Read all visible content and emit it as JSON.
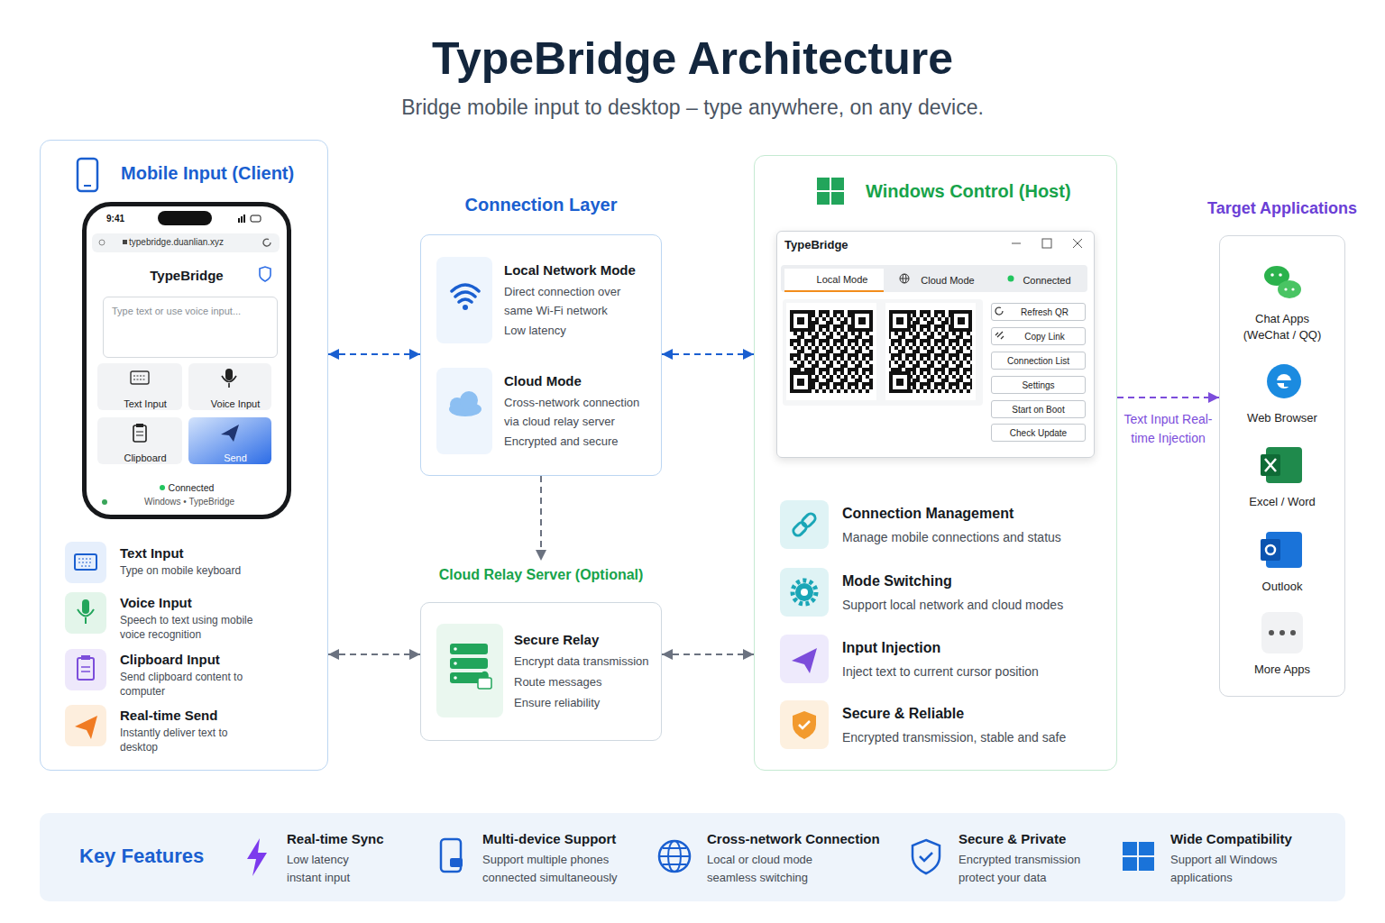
{
  "diagram": {
    "title": "TypeBridge Architecture",
    "nodes": [
      {
        "text": [
          "Mobile Input (Client)"
        ]
      },
      {
        "text": [
          "TypeBridge"
        ],
        "in": 0
      },
      {
        "text": [
          "Type text or use voice input..."
        ],
        "in": 1
      },
      {
        "text": [
          "Text Input"
        ],
        "in": 1
      },
      {
        "text": [
          "Voice Input"
        ],
        "in": 1
      },
      {
        "text": [
          "Clipboard"
        ],
        "in": 1
      },
      {
        "text": [
          "Send"
        ],
        "in": 1
      },
      {
        "text": [
          "Text Input",
          "Type on mobile keyboard"
        ],
        "in": 0
      },
      {
        "text": [
          "Voice Input",
          "Speech to text using mobile voice recognition"
        ],
        "in": 0
      },
      {
        "text": [
          "Clipboard Input",
          "Send clipboard content to computer"
        ],
        "in": 0
      },
      {
        "text": [
          "Real-time Send",
          "Instantly deliver text to desktop"
        ],
        "in": 0
      },
      {
        "text": [
          "Connection Layer"
        ]
      },
      {
        "text": [
          "Local Network Mode",
          "Direct connection over same Wi-Fi network",
          "Low latency"
        ],
        "in": 11
      },
      {
        "text": [
          "Cloud Mode",
          "Cross-network connection via cloud relay server",
          "Encrypted and secure"
        ],
        "in": 11
      },
      {
        "text": [
          "Cloud Relay Server (Optional)",
          "Secure Relay",
          "Encrypt data transmission",
          "Route messages",
          "Ensure reliability"
        ]
      },
      {
        "text": [
          "Windows Control (Host)"
        ]
      },
      {
        "text": [
          "TypeBridge"
        ],
        "in": 15
      },
      {
        "text": [
          "Local Mode"
        ],
        "in": 16
      },
      {
        "text": [
          "Cloud Mode"
        ],
        "in": 16
      },
      {
        "text": [
          "Connected"
        ],
        "in": 16
      },
      {
        "text": [
          "Refresh QR"
        ],
        "in": 16
      },
      {
        "text": [
          "Copy Link"
        ],
        "in": 16
      },
      {
        "text": [
          "Connection List"
        ],
        "in": 16
      },
      {
        "text": [
          "Settings"
        ],
        "in": 16
      },
      {
        "text": [
          "Start on Boot"
        ],
        "in": 16
      },
      {
        "text": [
          "Check Update"
        ],
        "in": 16
      },
      {
        "text": [
          "Connection Management",
          "Manage mobile connections and status"
        ],
        "in": 15
      },
      {
        "text": [
          "Mode Switching",
          "Support local network and cloud modes"
        ],
        "in": 15
      },
      {
        "text": [
          "Input Injection",
          "Inject text to current cursor position"
        ],
        "in": 15
      },
      {
        "text": [
          "Secure & Reliable",
          "Encrypted transmission, stable and safe"
        ],
        "in": 15
      },
      {
        "text": [
          "Target Applications"
        ]
      },
      {
        "text": [
          "Chat Apps (WeChat / QQ)"
        ],
        "in": 30
      },
      {
        "text": [
          "Web Browser"
        ],
        "in": 30
      },
      {
        "text": [
          "Excel / Word"
        ],
        "in": 30
      },
      {
        "text": [
          "Outlook"
        ],
        "in": 30
      },
      {
        "text": [
          "More Apps"
        ],
        "in": 30
      },
      {
        "text": [
          "Key Features"
        ]
      },
      {
        "text": [
          "Real-time Sync",
          "Low latency instant input"
        ],
        "in": 36
      },
      {
        "text": [
          "Multi-device Support",
          "Support multiple phones connected simultaneously"
        ],
        "in": 36
      },
      {
        "text": [
          "Cross-network Connection",
          "Local or cloud mode seamless switching"
        ],
        "in": 36
      },
      {
        "text": [
          "Secure & Private",
          "Encrypted transmission protect your data"
        ],
        "in": 36
      },
      {
        "text": [
          "Wide Compatibility",
          "Support all Windows applications"
        ],
        "in": 36
      }
    ],
    "edges": [
      {
        "from": 0,
        "to": 11,
        "arrow": "both"
      },
      {
        "from": 11,
        "to": 15,
        "arrow": "both"
      },
      {
        "from": 11,
        "to": 14,
        "arrow": "to"
      },
      {
        "from": 0,
        "to": 14,
        "arrow": "both"
      },
      {
        "from": 14,
        "to": 15,
        "arrow": "both"
      },
      {
        "from": 15,
        "to": 30,
        "label": "Text Input Real-time Injection",
        "arrow": "to"
      }
    ],
    "labels": [
      "Bridge mobile input to desktop – type anywhere, on any device.",
      "9:41",
      "typebridge.duanlian.xyz",
      "Connected",
      "Windows • TypeBridge"
    ]
  }
}
